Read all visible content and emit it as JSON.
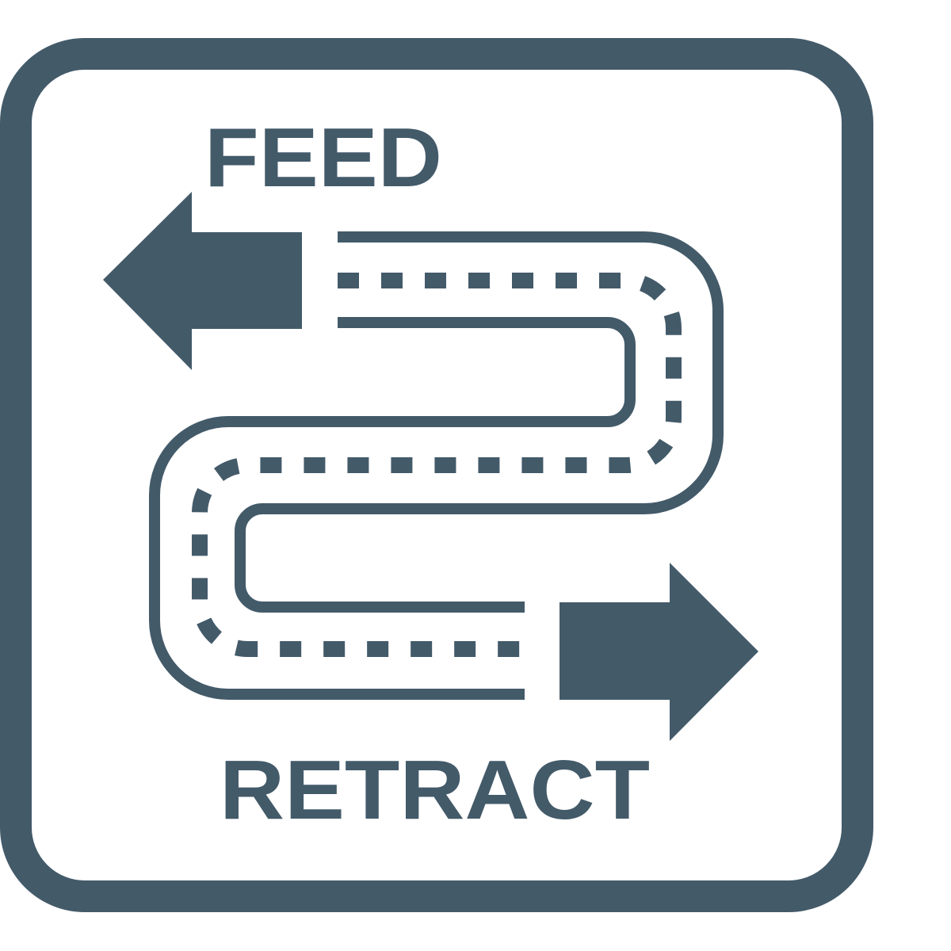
{
  "labels": {
    "feed": "FEED",
    "retract": "RETRACT"
  },
  "colors": {
    "ink": "#435a69",
    "background": "#ffffff"
  },
  "icons": {
    "frame": "rounded-square-frame",
    "feed_arrow": "left-arrow",
    "retract_arrow": "right-arrow",
    "path": "serpentine-cable-path"
  }
}
